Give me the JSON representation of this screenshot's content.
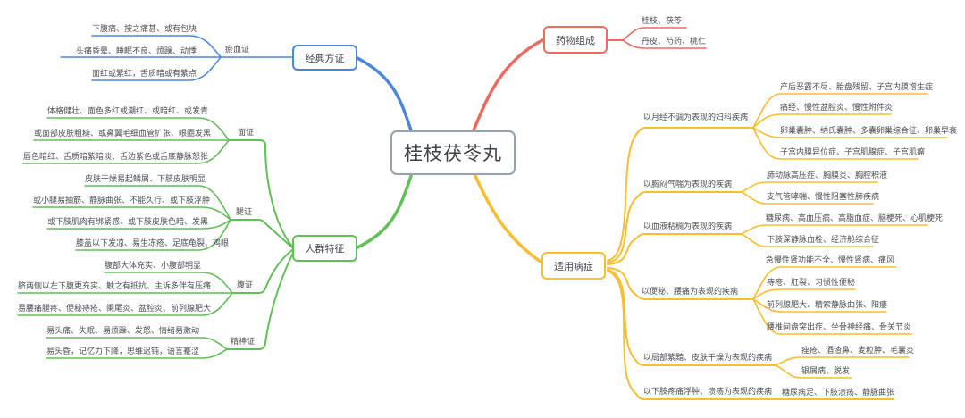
{
  "root": {
    "title": "桂枝茯苓丸"
  },
  "colors": {
    "classic_branch": "#4d87dc",
    "population_branch": "#61bf58",
    "composition_branch": "#f0695f",
    "indications_branch": "#f9bd2f",
    "text": "#4a4d55",
    "center_border": "#98a1b3"
  },
  "branches": {
    "classic": {
      "label": "经典方证",
      "sub_label": "瘀血证",
      "items": [
        "下腹痛、按之痛甚、或有包块",
        "头痛昏晕、睡眠不良、烦躁、动悸",
        "面红或紫红，舌质暗或有紫点"
      ]
    },
    "composition": {
      "label": "药物组成",
      "items": [
        "桂枝、茯苓",
        "丹皮、芍药、桃仁"
      ]
    },
    "population": {
      "label": "人群特征",
      "groups": [
        {
          "label": "面证",
          "items": [
            "体格健壮、面色多红或潮红、或暗红、或发青",
            "或面部皮肤粗糙、或鼻翼毛细血管扩张、眼圈发黑",
            "唇色暗红、舌质暗紫暗淡、舌边紫色或舌底静脉怒张"
          ]
        },
        {
          "label": "腿证",
          "items": [
            "皮肤干燥易起鳞屑、下肢皮肤明显",
            "或小腿易抽筋、静脉曲张、不能久行、或下肢浮肿",
            "或下肢肌肉有绑紧感、或下肢皮肤色暗、发黑",
            "膝盖以下发凉、易生冻疮、足底龟裂、鸡眼"
          ]
        },
        {
          "label": "腹证",
          "items": [
            "腹部大体充实、小腹部明显",
            "脐两侧以左下腹更充实、触之有抵抗、主诉多伴有压痛",
            "易腰痛腿疼、便秘痔疮、阑尾炎、盆腔炎、前列腺肥大"
          ]
        },
        {
          "label": "精神证",
          "items": [
            "易头痛、失眠、易烦躁、发怒、情绪易激动",
            "易头昏，记忆力下降，思维迟钝，语言蹇涩"
          ]
        }
      ]
    },
    "indications": {
      "label": "适用病症",
      "groups": [
        {
          "label": "以月经不调为表现的妇科疾病",
          "items": [
            "产后恶露不尽、胎盘残留、子宫内膜增生症",
            "痛经、慢性盆腔炎、慢性附件炎",
            "卵巢囊肿、纳氏囊肿、多囊卵巢综合征、卵巢早衰",
            "子宫内膜异位症、子宫肌腺症、子宫肌瘤"
          ]
        },
        {
          "label": "以胸闷气喘为表现的疾病",
          "items": [
            "肺动脉高压症、胸膜炎、胸腔积液",
            "支气管哮喘、慢性阻塞性肺疾病"
          ]
        },
        {
          "label": "以血液粘稠为表现的疾病",
          "items": [
            "糖尿病、高血压病、高脂血症、脑梗死、心肌梗死",
            "下肢深静脉血栓、经济舱综合征"
          ]
        },
        {
          "label": "以便秘、腰痛为表现的疾病",
          "items": [
            "急慢性肾功能不全、慢性肾病、痛风",
            "痔疮、肛裂、习惯性便秘",
            "前列腺肥大、精索静脉曲张、阳痿",
            "腰椎间盘突出症、坐骨神经痛、骨关节炎"
          ]
        },
        {
          "label": "以局部紫黯、皮肤干燥为表现的疾病",
          "items": [
            "痤疮、酒渣鼻、麦粒肿、毛囊炎",
            "银屑病、脱发"
          ]
        },
        {
          "label": "以下肢疼痛浮肿、溃疡为表现的疾病",
          "items": [
            "糖尿病足、下肢溃疡、静脉曲张"
          ]
        }
      ]
    }
  }
}
